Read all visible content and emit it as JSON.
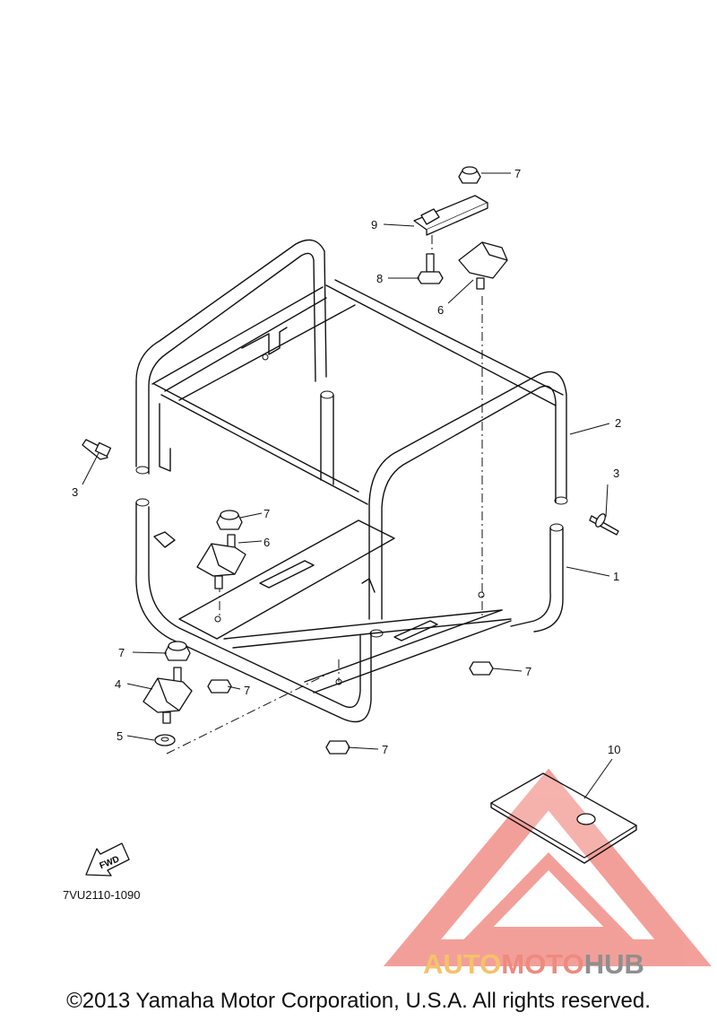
{
  "diagram": {
    "code": "7VU2110-1090",
    "fwd_label": "FWD",
    "copyright": "©2013 Yamaha Motor Corporation, U.S.A. All rights reserved.",
    "watermark": {
      "part1": "AUTO",
      "part2": "MOTO",
      "part3": "HUB",
      "colors": {
        "auto": "#f4c26b",
        "moto": "#ee8a7e",
        "hub": "#8f8f8f",
        "triangle": "#f08078"
      }
    },
    "callouts": [
      {
        "id": "c-7-top",
        "label": "7"
      },
      {
        "id": "c-9",
        "label": "9"
      },
      {
        "id": "c-8",
        "label": "8"
      },
      {
        "id": "c-6-top",
        "label": "6"
      },
      {
        "id": "c-2",
        "label": "2"
      },
      {
        "id": "c-3-left",
        "label": "3"
      },
      {
        "id": "c-3-right",
        "label": "3"
      },
      {
        "id": "c-7-mid",
        "label": "7"
      },
      {
        "id": "c-6-mid",
        "label": "6"
      },
      {
        "id": "c-1",
        "label": "1"
      },
      {
        "id": "c-7-left",
        "label": "7"
      },
      {
        "id": "c-4",
        "label": "4"
      },
      {
        "id": "c-7-lowmid",
        "label": "7"
      },
      {
        "id": "c-7-right",
        "label": "7"
      },
      {
        "id": "c-5",
        "label": "5"
      },
      {
        "id": "c-7-bottom",
        "label": "7"
      },
      {
        "id": "c-10",
        "label": "10"
      }
    ]
  }
}
